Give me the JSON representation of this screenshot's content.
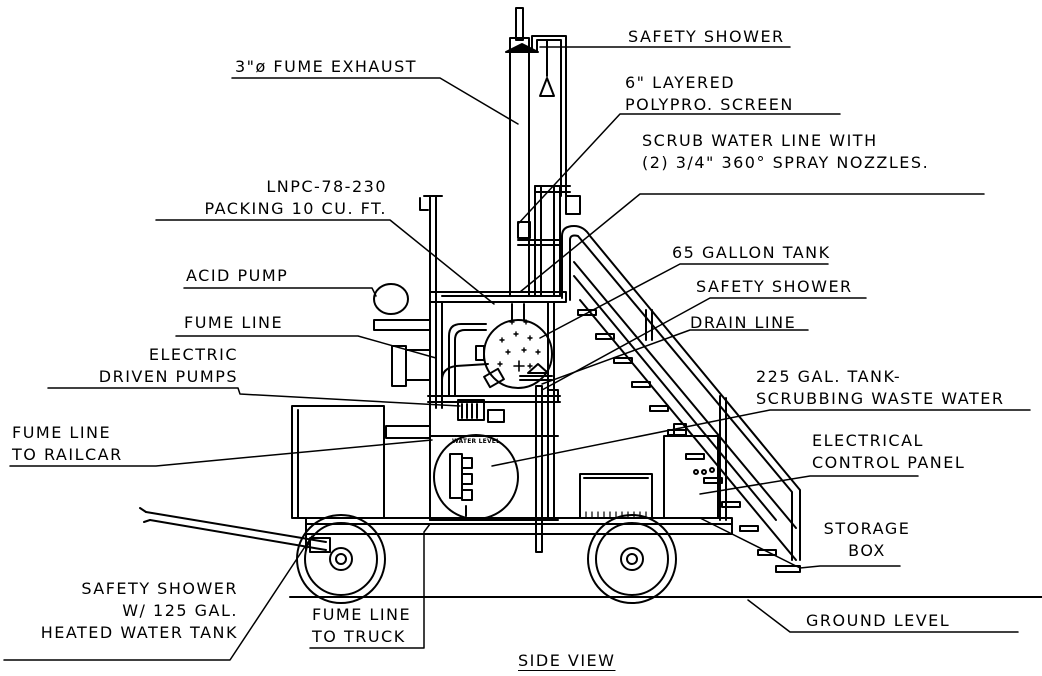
{
  "title": "SIDE VIEW",
  "callouts": {
    "safety_shower_top": "SAFETY SHOWER",
    "fume_exhaust": "3\"ø FUME EXHAUST",
    "screen": [
      "6\" LAYERED",
      "POLYPRO. SCREEN"
    ],
    "scrub_line": [
      "SCRUB WATER LINE WITH",
      "(2) 3/4\" 360° SPRAY NOZZLES."
    ],
    "packing": [
      "LNPC-78-230",
      "PACKING 10 CU. FT."
    ],
    "tank_65": "65 GALLON TANK",
    "acid_pump": "ACID PUMP",
    "safety_shower_mid": "SAFETY SHOWER",
    "fume_line": "FUME LINE",
    "drain_line": "DRAIN LINE",
    "electric_pumps": [
      "ELECTRIC",
      "DRIVEN PUMPS"
    ],
    "tank_225": [
      "225 GAL. TANK-",
      "SCRUBBING WASTE WATER"
    ],
    "fume_railcar": [
      "FUME LINE",
      "TO RAILCAR"
    ],
    "control_panel": [
      "ELECTRICAL",
      "CONTROL PANEL"
    ],
    "storage_box": [
      "STORAGE",
      "BOX"
    ],
    "safety_shower_tank": [
      "SAFETY SHOWER",
      "W/ 125 GAL.",
      "HEATED WATER TANK"
    ],
    "fume_truck": [
      "FUME LINE",
      "TO TRUCK"
    ],
    "ground_level": "GROUND LEVEL",
    "water_level_tag": "WATER LEVEL"
  }
}
